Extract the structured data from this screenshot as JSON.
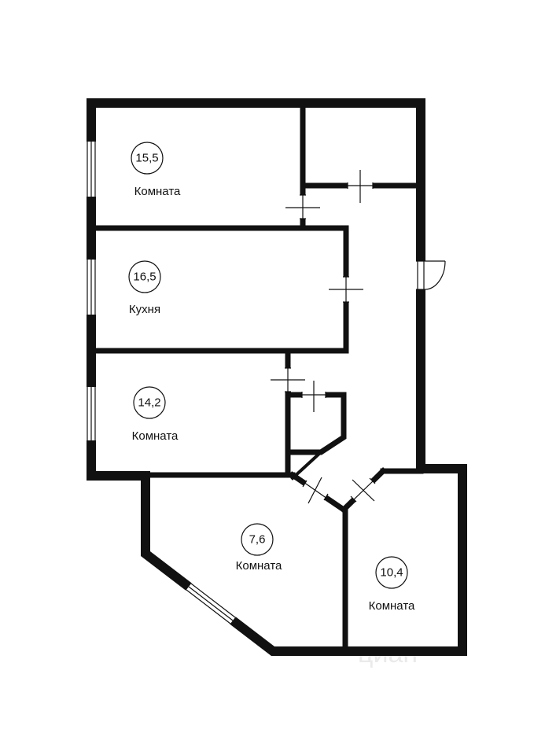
{
  "rooms": [
    {
      "area": "15,5",
      "label": "Комната"
    },
    {
      "area": "16,5",
      "label": "Кухня"
    },
    {
      "area": "14,2",
      "label": "Комната"
    },
    {
      "area": "7,6",
      "label": "Комната"
    },
    {
      "area": "10,4",
      "label": "Комната"
    }
  ],
  "watermark": "циан"
}
